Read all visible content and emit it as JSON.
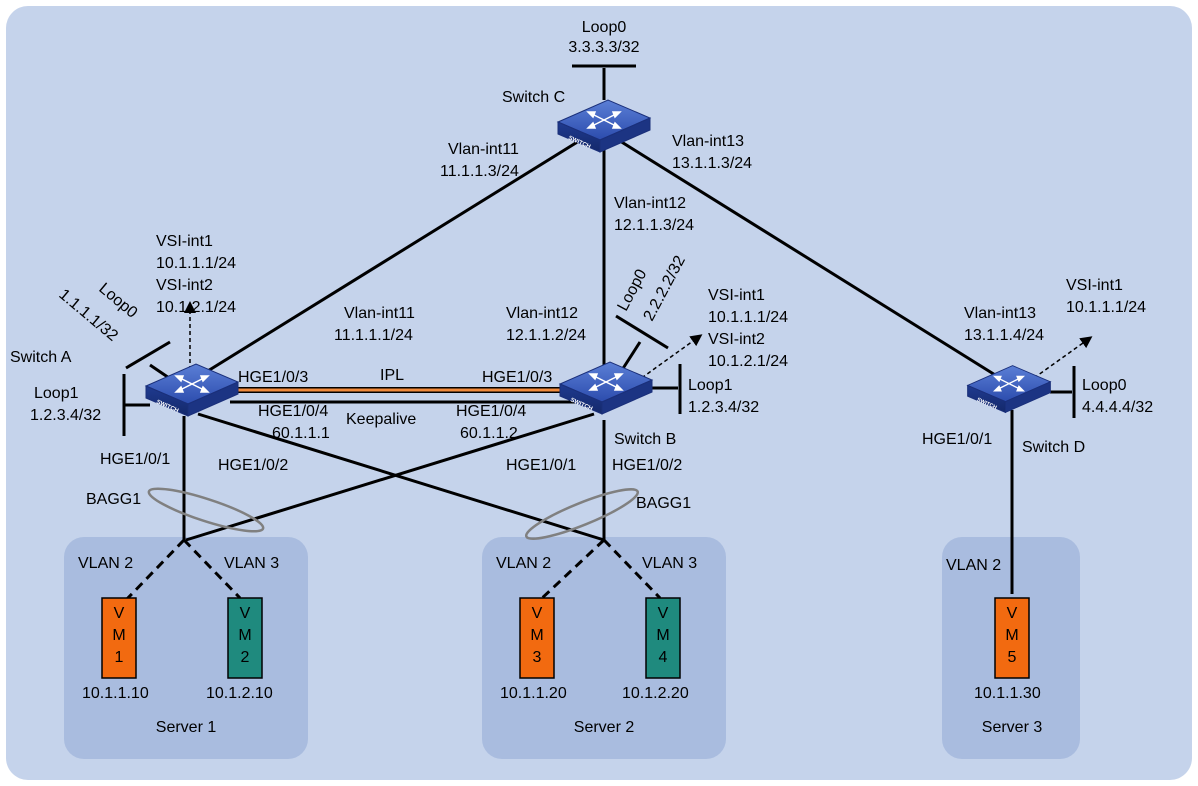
{
  "colors": {
    "background": "#c5d3eb",
    "server_box": "#a9bcdf",
    "ipl_link": "#f08a3c",
    "vm_orange": "#f26a10",
    "vm_teal": "#1f8a7e",
    "switch_body": "#2a47a6"
  },
  "switch_c": {
    "name": "Switch C",
    "loop0_label": "Loop0",
    "loop0_ip": "3.3.3.3/32",
    "vlan11_name": "Vlan-int11",
    "vlan11_ip": "11.1.1.3/24",
    "vlan12_name": "Vlan-int12",
    "vlan12_ip": "12.1.1.3/24",
    "vlan13_name": "Vlan-int13",
    "vlan13_ip": "13.1.1.3/24"
  },
  "switch_a": {
    "name": "Switch A",
    "loop0_label": "Loop0",
    "loop0_ip": "1.1.1.1/32",
    "loop1_label": "Loop1",
    "loop1_ip": "1.2.3.4/32",
    "vsi1_name": "VSI-int1",
    "vsi1_ip": "10.1.1.1/24",
    "vsi2_name": "VSI-int2",
    "vsi2_ip": "10.1.2.1/24",
    "vlan11_name": "Vlan-int11",
    "vlan11_ip": "11.1.1.1/24",
    "hge103": "HGE1/0/3",
    "hge104": "HGE1/0/4",
    "keepalive_ip": "60.1.1.1",
    "hge101": "HGE1/0/1",
    "hge102": "HGE1/0/2"
  },
  "switch_b": {
    "name": "Switch B",
    "loop0_label": "Loop0",
    "loop0_ip": "2.2.2.2/32",
    "loop1_label": "Loop1",
    "loop1_ip": "1.2.3.4/32",
    "vsi1_name": "VSI-int1",
    "vsi1_ip": "10.1.1.1/24",
    "vsi2_name": "VSI-int2",
    "vsi2_ip": "10.1.2.1/24",
    "vlan12_name": "Vlan-int12",
    "vlan12_ip": "12.1.1.2/24",
    "hge103": "HGE1/0/3",
    "hge104": "HGE1/0/4",
    "keepalive_ip": "60.1.1.2",
    "hge101": "HGE1/0/1",
    "hge102": "HGE1/0/2"
  },
  "switch_d": {
    "name": "Switch D",
    "vlan13_name": "Vlan-int13",
    "vlan13_ip": "13.1.1.4/24",
    "vsi1_name": "VSI-int1",
    "vsi1_ip": "10.1.1.1/24",
    "loop0_label": "Loop0",
    "loop0_ip": "4.4.4.4/32",
    "hge101": "HGE1/0/1"
  },
  "links": {
    "ipl": "IPL",
    "keepalive": "Keepalive",
    "bagg_left": "BAGG1",
    "bagg_right": "BAGG1"
  },
  "switch_icon_text": "SWITCH",
  "servers": [
    {
      "name": "Server 1",
      "vlan_a": "VLAN 2",
      "vlan_b": "VLAN 3",
      "vm_a": {
        "label": [
          "V",
          "M",
          "1"
        ],
        "ip": "10.1.1.10"
      },
      "vm_b": {
        "label": [
          "V",
          "M",
          "2"
        ],
        "ip": "10.1.2.10"
      }
    },
    {
      "name": "Server 2",
      "vlan_a": "VLAN 2",
      "vlan_b": "VLAN 3",
      "vm_a": {
        "label": [
          "V",
          "M",
          "3"
        ],
        "ip": "10.1.1.20"
      },
      "vm_b": {
        "label": [
          "V",
          "M",
          "4"
        ],
        "ip": "10.1.2.20"
      }
    },
    {
      "name": "Server 3",
      "vlan_a": "VLAN 2",
      "vm_a": {
        "label": [
          "V",
          "M",
          "5"
        ],
        "ip": "10.1.1.30"
      }
    }
  ]
}
